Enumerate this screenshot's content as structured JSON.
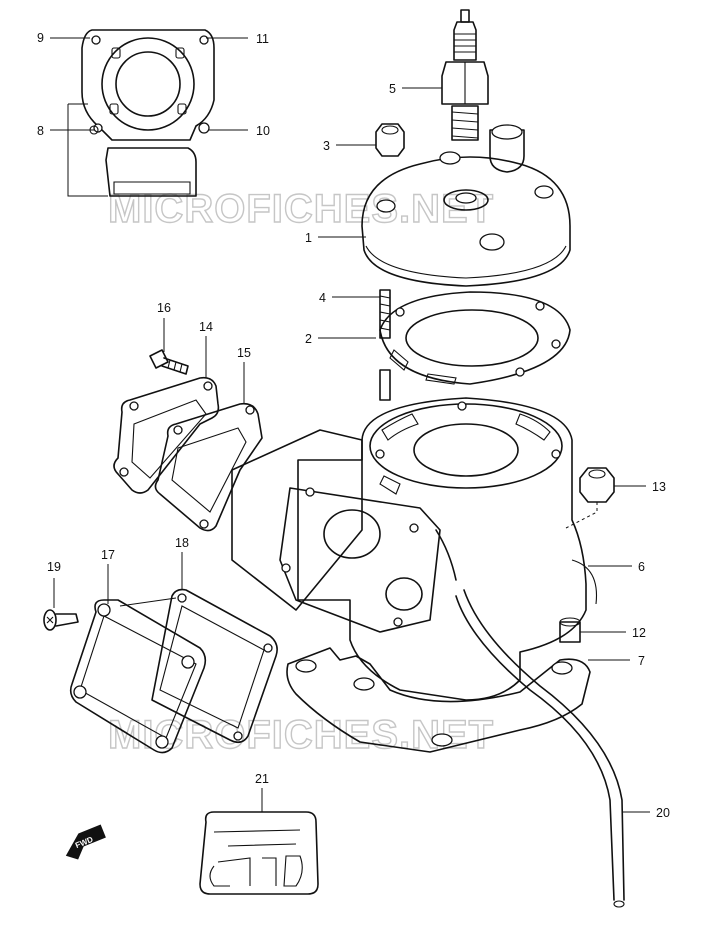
{
  "watermark": {
    "text": "MICROFICHES.NET",
    "color": "#c6c6c6"
  },
  "fwd_label": "FWD",
  "callouts": [
    {
      "id": "1",
      "label": "1"
    },
    {
      "id": "2",
      "label": "2"
    },
    {
      "id": "3",
      "label": "3"
    },
    {
      "id": "4",
      "label": "4"
    },
    {
      "id": "5",
      "label": "5"
    },
    {
      "id": "6",
      "label": "6"
    },
    {
      "id": "7",
      "label": "7"
    },
    {
      "id": "8",
      "label": "8"
    },
    {
      "id": "9",
      "label": "9"
    },
    {
      "id": "10",
      "label": "10"
    },
    {
      "id": "11",
      "label": "11"
    },
    {
      "id": "12",
      "label": "12"
    },
    {
      "id": "13",
      "label": "13"
    },
    {
      "id": "14",
      "label": "14"
    },
    {
      "id": "15",
      "label": "15"
    },
    {
      "id": "16",
      "label": "16"
    },
    {
      "id": "17",
      "label": "17"
    },
    {
      "id": "18",
      "label": "18"
    },
    {
      "id": "19",
      "label": "19"
    },
    {
      "id": "20",
      "label": "20"
    },
    {
      "id": "21",
      "label": "21"
    }
  ]
}
